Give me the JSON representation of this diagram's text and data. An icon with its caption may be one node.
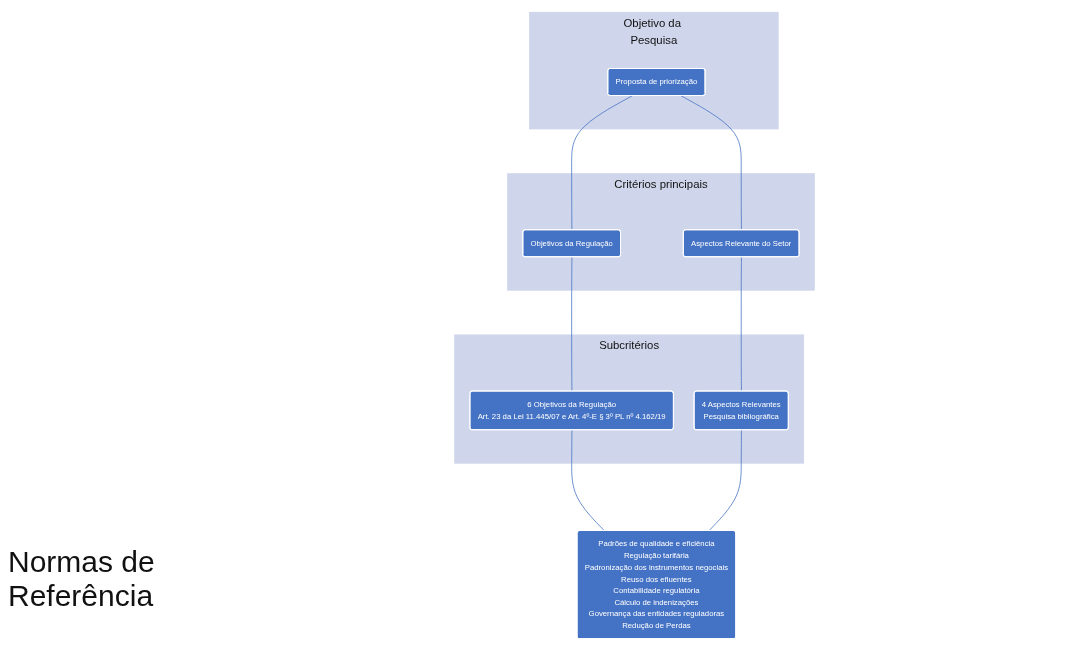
{
  "diagram": {
    "nodes": [
      {
        "text": [
          "Objetivo da Pesquisa"
        ]
      },
      {
        "text": [
          "Proposta de priorização"
        ],
        "in": 0
      },
      {
        "text": [
          "Critérios principais"
        ]
      },
      {
        "text": [
          "Objetivos da Regulação"
        ],
        "in": 2
      },
      {
        "text": [
          "Aspectos Relevante do Setor"
        ],
        "in": 2
      },
      {
        "text": [
          "Subcritérios"
        ]
      },
      {
        "text": [
          "6 Objetivos da Regulação",
          "Art. 23 da Lei 11.445/07 e Art. 4º-E § 3º PL nº 4.162/19"
        ],
        "in": 5
      },
      {
        "text": [
          "4 Aspectos Relevantes",
          "Pesquisa bibliográfica"
        ],
        "in": 5
      },
      {
        "text": [
          "Padrões de qualidade e eficiência",
          "Regulação tarifária",
          "Padronização dos instrumentos negociais",
          "Reuso dos efluentes",
          "Contabilidade regulatória",
          "Cálculo de indenizações",
          "Governança das entidades reguladoras",
          "Redução de Perdas"
        ]
      }
    ],
    "edges": [
      {
        "from": 1,
        "to": 3,
        "arrow": "none"
      },
      {
        "from": 1,
        "to": 4,
        "arrow": "none"
      },
      {
        "from": 3,
        "to": 6,
        "arrow": "none"
      },
      {
        "from": 4,
        "to": 7,
        "arrow": "none"
      },
      {
        "from": 6,
        "to": 8,
        "arrow": "none"
      },
      {
        "from": 7,
        "to": 8,
        "arrow": "none"
      }
    ],
    "labels": [
      "Normas de Referência"
    ]
  }
}
